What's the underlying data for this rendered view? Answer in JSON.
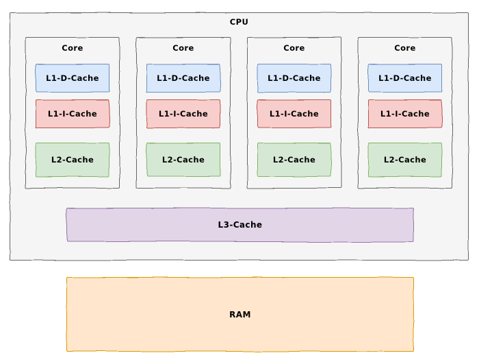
{
  "diagram": {
    "cpu": {
      "label": "CPU"
    },
    "cores": [
      {
        "label": "Core",
        "caches": [
          {
            "label": "L1-D-Cache"
          },
          {
            "label": "L1-I-Cache"
          },
          {
            "label": "L2-Cache"
          }
        ]
      },
      {
        "label": "Core",
        "caches": [
          {
            "label": "L1-D-Cache"
          },
          {
            "label": "L1-I-Cache"
          },
          {
            "label": "L2-Cache"
          }
        ]
      },
      {
        "label": "Core",
        "caches": [
          {
            "label": "L1-D-Cache"
          },
          {
            "label": "L1-I-Cache"
          },
          {
            "label": "L2-Cache"
          }
        ]
      },
      {
        "label": "Core",
        "caches": [
          {
            "label": "L1-D-Cache"
          },
          {
            "label": "L1-I-Cache"
          },
          {
            "label": "L2-Cache"
          }
        ]
      }
    ],
    "l3": {
      "label": "L3-Cache"
    },
    "ram": {
      "label": "RAM"
    }
  },
  "colors": {
    "container_fill": "#f5f5f5",
    "container_border": "#666666",
    "l1d_fill": "#dae8fc",
    "l1d_border": "#6c8ebf",
    "l1i_fill": "#f8cecc",
    "l1i_border": "#b85450",
    "l2_fill": "#d5e8d4",
    "l2_border": "#82b366",
    "l3_fill": "#e1d5e7",
    "l3_border": "#9673a6",
    "ram_fill": "#ffe6cc",
    "ram_border": "#d79b00",
    "text": "#000000"
  }
}
